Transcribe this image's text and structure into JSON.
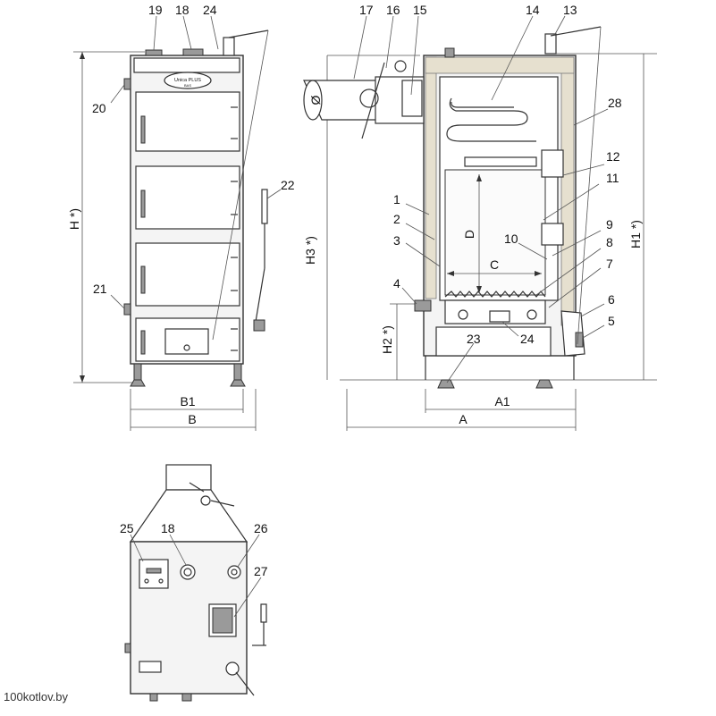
{
  "watermark": "100kotlov.by",
  "logo_text": "Unica PLUS",
  "logo_sub": "BAS",
  "front_view": {
    "callouts": [
      "19",
      "18",
      "24",
      "20",
      "22",
      "21"
    ],
    "dims": {
      "height": "H *)",
      "b1": "B1",
      "b": "B"
    }
  },
  "section_view": {
    "callouts": [
      "17",
      "16",
      "15",
      "14",
      "13",
      "28",
      "12",
      "11",
      "1",
      "2",
      "3",
      "10",
      "9",
      "8",
      "7",
      "4",
      "6",
      "5",
      "23",
      "24"
    ],
    "dims": {
      "phi": "Ø",
      "h3": "H3 *)",
      "h2": "H2 *)",
      "h1": "H1 *)",
      "d": "D",
      "c": "C",
      "a1": "A1",
      "a": "A"
    }
  },
  "rear_view": {
    "callouts": [
      "25",
      "18",
      "26",
      "27"
    ]
  },
  "colors": {
    "line": "#333333",
    "insulation": "#e6e0cf",
    "fill": "#f4f4f4"
  }
}
